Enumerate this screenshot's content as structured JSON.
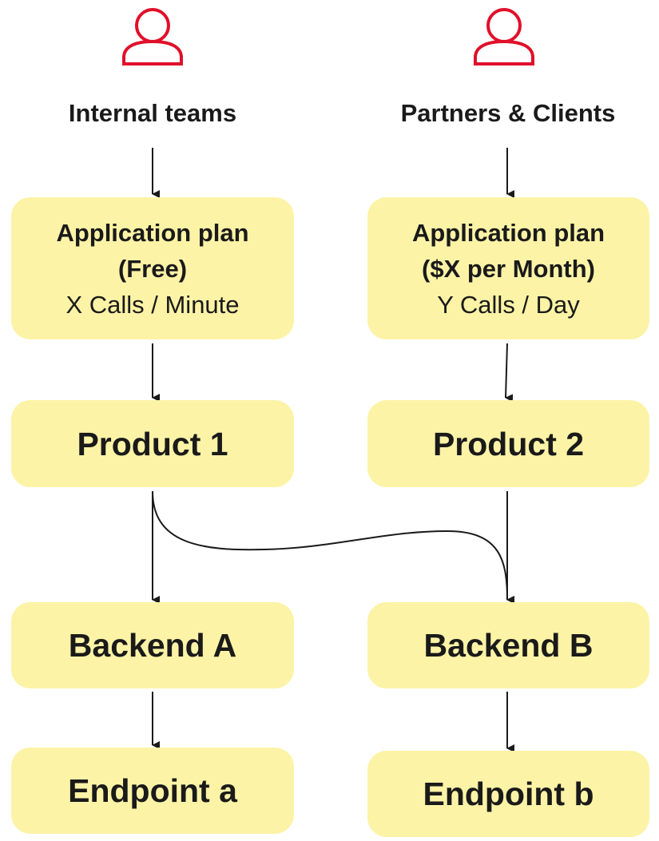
{
  "colors": {
    "box_fill": "#FCF3A6",
    "actor_icon": "#E0102A",
    "connector": "#1a1a1a",
    "text": "#1a1a1a"
  },
  "actors": {
    "left": {
      "icon": "person-icon",
      "label": "Internal teams"
    },
    "right": {
      "icon": "person-icon",
      "label": "Partners & Clients"
    }
  },
  "plans": {
    "left": {
      "title": "Application plan",
      "price": "(Free)",
      "rate": "X Calls / Minute"
    },
    "right": {
      "title": "Application plan",
      "price": "($X per Month)",
      "rate": "Y Calls / Day"
    }
  },
  "products": {
    "left": "Product 1",
    "right": "Product 2"
  },
  "backends": {
    "left": "Backend A",
    "right": "Backend B"
  },
  "endpoints": {
    "left": "Endpoint a",
    "right": "Endpoint b"
  }
}
